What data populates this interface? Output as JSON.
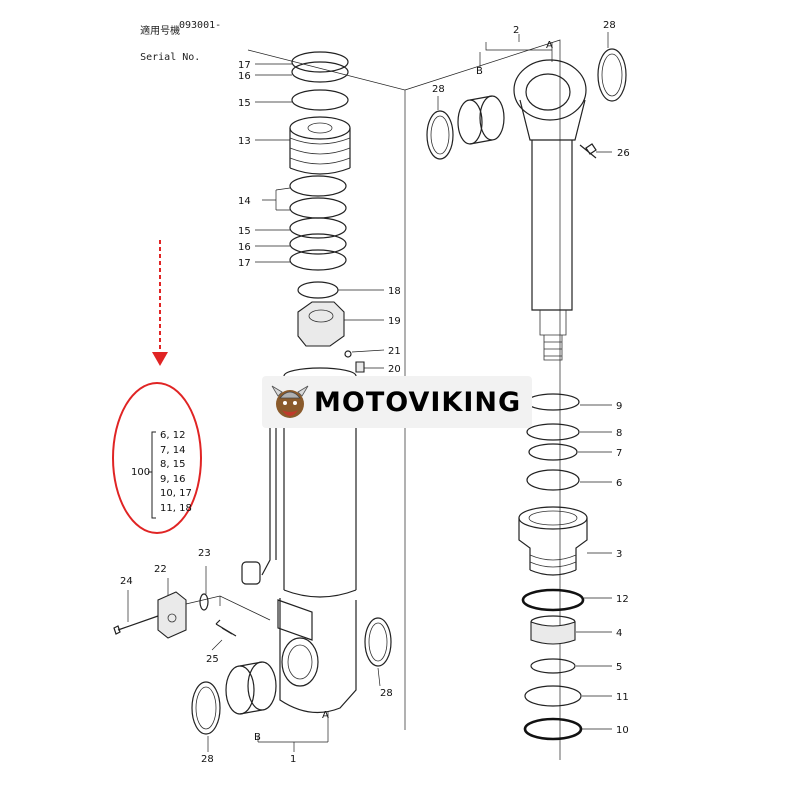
{
  "header": {
    "applicable_label": "適用号機",
    "serial_label": "Serial No.",
    "serial_value": "093001-"
  },
  "brand": {
    "name": "MOTOVIKING"
  },
  "kit": {
    "total": "100",
    "rows": [
      "6, 12",
      "7, 14",
      "8, 15",
      "9, 16",
      "10, 17",
      "11, 18"
    ]
  },
  "callouts": {
    "c2": "2",
    "c28a": "28",
    "c28b": "28",
    "c28c": "28",
    "c28d": "28",
    "cA1": "A",
    "cB1": "B",
    "c26": "26",
    "c17a": "17",
    "c16a": "16",
    "c15a": "15",
    "c13": "13",
    "c14": "14",
    "c15b": "15",
    "c16b": "16",
    "c17b": "17",
    "c18": "18",
    "c19": "19",
    "c21": "21",
    "c20": "20",
    "c9a": "9",
    "c8a": "8",
    "c7a": "7",
    "c6a": "6",
    "c3": "3",
    "c12": "12",
    "c4": "4",
    "c5": "5",
    "c11": "11",
    "c10": "10",
    "c22": "22",
    "c23": "23",
    "c24": "24",
    "c25": "25",
    "cA2": "A",
    "cB2": "B",
    "c1": "1"
  },
  "colors": {
    "annotation": "#e02424",
    "line": "#222222",
    "brand_bg": "#f2f2f2"
  }
}
